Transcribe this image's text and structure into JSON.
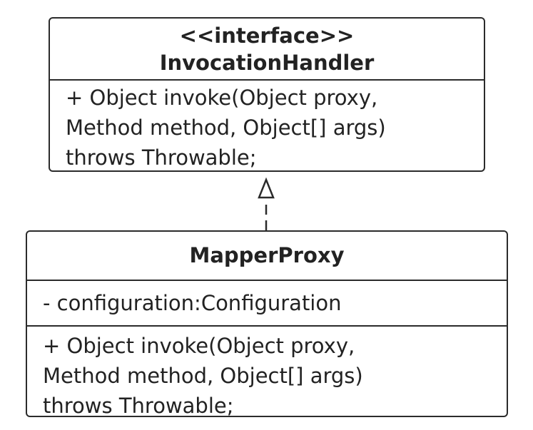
{
  "interface_class": {
    "stereotype": "<<interface>>",
    "name": "InvocationHandler",
    "operations": [
      "+ Object invoke(Object proxy,",
      "Method method, Object[] args)",
      "throws Throwable;"
    ]
  },
  "implementing_class": {
    "name": "MapperProxy",
    "attributes": [
      "- configuration:Configuration"
    ],
    "operations": [
      "+ Object invoke(Object proxy,",
      "Method method, Object[] args)",
      "throws Throwable;"
    ]
  },
  "relationship": {
    "type": "realization",
    "from": "MapperProxy",
    "to": "InvocationHandler"
  },
  "colors": {
    "border": "#2b2b2b",
    "annotation_arrow": "#e8333b"
  }
}
